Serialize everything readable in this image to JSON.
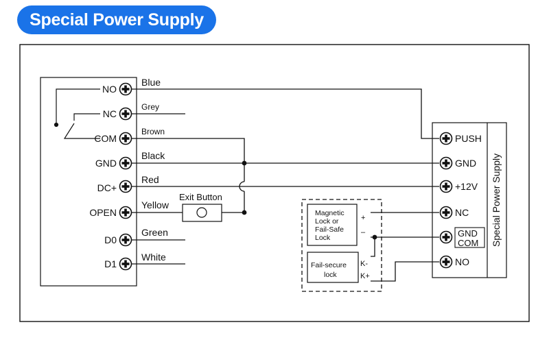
{
  "header": {
    "title": "Special Power Supply"
  },
  "controller": {
    "terminals": [
      {
        "key": "no",
        "label": "NO"
      },
      {
        "key": "nc",
        "label": "NC"
      },
      {
        "key": "com",
        "label": "COM"
      },
      {
        "key": "gnd",
        "label": "GND"
      },
      {
        "key": "dc",
        "label": "DC+"
      },
      {
        "key": "open",
        "label": "OPEN"
      },
      {
        "key": "d0",
        "label": "D0"
      },
      {
        "key": "d1",
        "label": "D1"
      }
    ]
  },
  "wires": {
    "blue": "Blue",
    "grey": "Grey",
    "brown": "Brown",
    "black": "Black",
    "red": "Red",
    "yellow": "Yellow",
    "green": "Green",
    "white": "White"
  },
  "exit_button": {
    "label": "Exit Button"
  },
  "power_supply": {
    "title": "Special Power Supply",
    "terminals": {
      "push": "PUSH",
      "gnd": "GND",
      "v12": "+12V",
      "nc": "NC",
      "gnd2": "GND",
      "com": "COM",
      "no": "NO"
    }
  },
  "locks": {
    "magnetic": {
      "line1": "Magnetic",
      "line2": "Lock or",
      "line3": "Fail-Safe",
      "line4": "Lock",
      "plus": "+",
      "minus": "–"
    },
    "fail_secure": {
      "line1": "Fail-secure",
      "line2": "lock",
      "k_minus": "K-",
      "k_plus": "K+"
    }
  }
}
